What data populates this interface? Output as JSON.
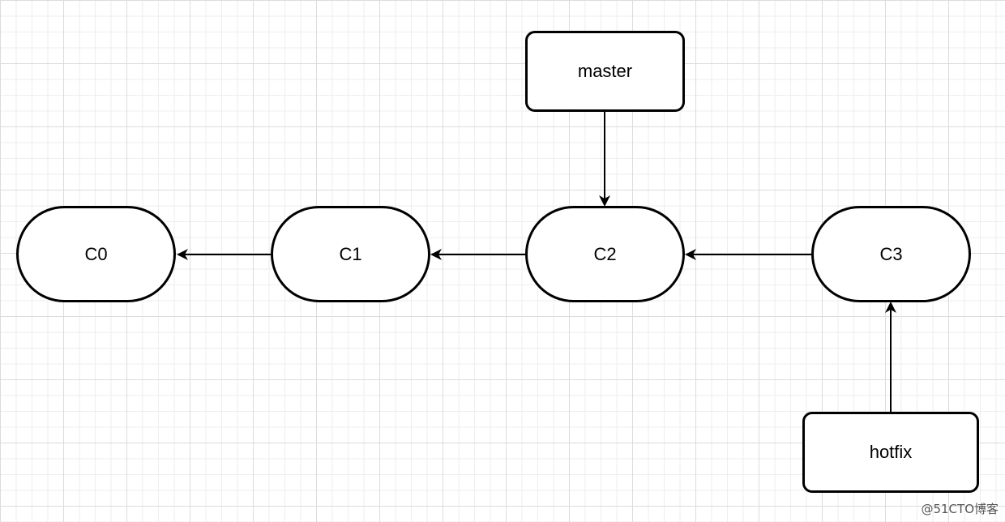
{
  "diagram": {
    "commits": [
      {
        "id": "c0",
        "label": "C0"
      },
      {
        "id": "c1",
        "label": "C1"
      },
      {
        "id": "c2",
        "label": "C2"
      },
      {
        "id": "c3",
        "label": "C3"
      }
    ],
    "branches": [
      {
        "id": "master",
        "label": "master",
        "points_to": "c2"
      },
      {
        "id": "hotfix",
        "label": "hotfix",
        "points_to": "c3"
      }
    ],
    "edges": [
      {
        "from": "c1",
        "to": "c0"
      },
      {
        "from": "c2",
        "to": "c1"
      },
      {
        "from": "c3",
        "to": "c2"
      },
      {
        "from": "master",
        "to": "c2"
      },
      {
        "from": "hotfix",
        "to": "c3"
      }
    ]
  },
  "watermark": "@51CTO博客"
}
